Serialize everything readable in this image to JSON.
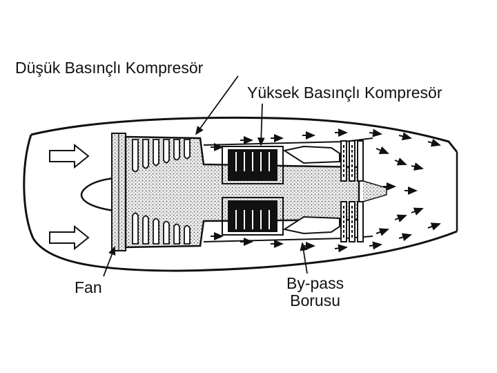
{
  "labels": {
    "low_pressure_compressor": "Düşük Basınçlı Kompresör",
    "high_pressure_compressor": "Yüksek Basınçlı Kompresör",
    "fan": "Fan",
    "bypass_line1": "By-pass",
    "bypass_line2": "Borusu"
  },
  "colors": {
    "ink": "#111111",
    "background": "#ffffff",
    "stipple_fill": "#dcdcdc"
  },
  "icons": [
    "inlet-arrow-icon",
    "flow-arrow-icon",
    "leader-line-arrow-icon"
  ]
}
